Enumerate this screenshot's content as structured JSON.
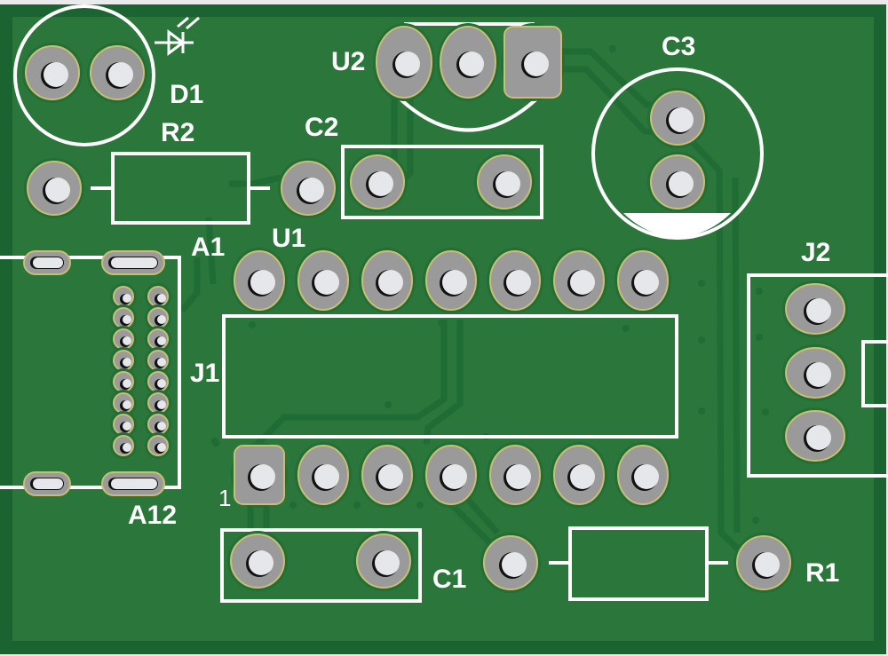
{
  "board": {
    "colors": {
      "background": "#e9eaec",
      "pcb_edge": "#1b6431",
      "pcb_fill": "#2a763b",
      "trace": "#1f6c34",
      "silkscreen": "#ffffff",
      "pad": "#9a9a9a",
      "pad_ring": "#c9bf72",
      "drill": "#e6e7ea",
      "drill_shadow": "#111111"
    }
  },
  "components": {
    "D1": {
      "ref": "D1",
      "type": "LED",
      "icon": "led-icon"
    },
    "R2": {
      "ref": "R2",
      "type": "resistor"
    },
    "C2": {
      "ref": "C2",
      "type": "capacitor"
    },
    "U2": {
      "ref": "U2",
      "type": "TO-92 regulator"
    },
    "C3": {
      "ref": "C3",
      "type": "electrolytic capacitor"
    },
    "U1": {
      "ref": "U1",
      "type": "DIP-14 IC",
      "pin1_label": "1"
    },
    "J1": {
      "ref": "J1",
      "type": "USB-C connector",
      "pin_first": "A1",
      "pin_last": "A12"
    },
    "J2": {
      "ref": "J2",
      "type": "3-pin header"
    },
    "C1": {
      "ref": "C1",
      "type": "capacitor"
    },
    "R1": {
      "ref": "R1",
      "type": "resistor"
    }
  }
}
